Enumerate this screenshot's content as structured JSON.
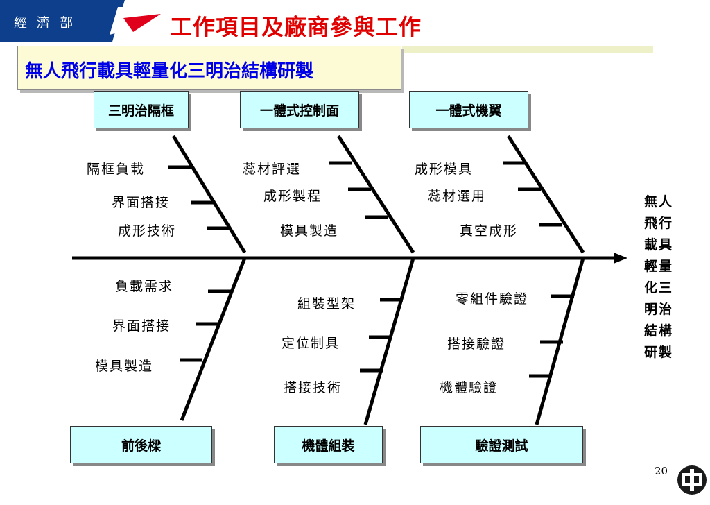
{
  "header": {
    "ministry": "經 濟 部",
    "title": "工作項目及廠商參與工作"
  },
  "subtitle": "無人飛行載具輕量化三明治結構研製",
  "effect": "無人飛行載具輕量化三明治結構研製",
  "page_number": "20",
  "colors": {
    "title": "#e00000",
    "subtitle": "#0000e6",
    "box_fill": "#ccffff",
    "header_blue": "#0d3f8c"
  },
  "categories": {
    "top": [
      {
        "name": "三明治隔框",
        "causes": [
          "隔框負載",
          "界面搭接",
          "成形技術"
        ]
      },
      {
        "name": "一體式控制面",
        "causes": [
          "蕊材評選",
          "成形製程",
          "模具製造"
        ]
      },
      {
        "name": "一體式機翼",
        "causes": [
          "成形模具",
          "蕊材選用",
          "真空成形"
        ]
      }
    ],
    "bottom": [
      {
        "name": "前後樑",
        "causes": [
          "負載需求",
          "界面搭接",
          "模具製造"
        ]
      },
      {
        "name": "機體組裝",
        "causes": [
          "組裝型架",
          "定位制具",
          "搭接技術"
        ]
      },
      {
        "name": "驗證測試",
        "causes": [
          "零組件驗證",
          "搭接驗證",
          "機體驗證"
        ]
      }
    ]
  }
}
